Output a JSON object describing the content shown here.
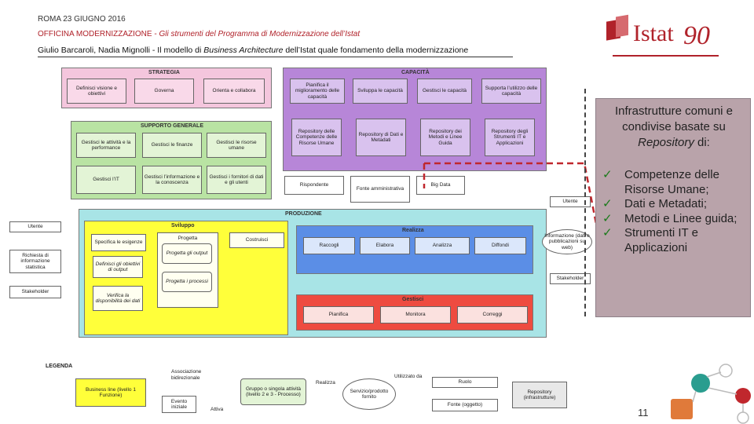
{
  "header": {
    "event": "ROMA 23 GIUGNO 2016",
    "workshop_prefix": "OFFICINA MODERNIZZAZIONE - ",
    "workshop_title": "Gli strumenti del Programma di Modernizzazione dell’Istat",
    "authors_prefix": "Giulio Barcaroli, Nadia Mignolli - Il modello di ",
    "authors_italic": "Business Architecture",
    "authors_suffix": " dell’Istat quale fondamento della modernizzazione",
    "logo_text": "Istat",
    "logo_number": "90"
  },
  "diagram": {
    "strategia": {
      "title": "STRATEGIA",
      "boxes": [
        "Definisci visione e obiettivi",
        "Governa",
        "Orienta e collabora"
      ]
    },
    "capacita": {
      "title": "CAPACITÀ",
      "top": [
        "Pianifica il miglioramento delle capacità",
        "Sviluppa le capacità",
        "Gestisci le capacità",
        "Supporta l’utilizzo delle capacità"
      ],
      "repos": [
        "Repository delle Competenze delle Risorse Umane",
        "Repository di Dati e Metadati",
        "Repository dei Metodi e Linee Guida",
        "Repository degli Strumenti IT e Applicazioni"
      ]
    },
    "supporto": {
      "title": "SUPPORTO GENERALE",
      "boxes": [
        "Gestisci le attività e la performance",
        "Gestisci le finanze",
        "Gestisci le risorse umane",
        "Gestisci l’IT",
        "Gestisci l’informazione e la conoscenza",
        "Gestisci i fornitori di dati e gli utenti"
      ]
    },
    "middle": {
      "rispondente": "Rispondente",
      "fonte": "Fonte amministrativa",
      "bigdata": "Big Data"
    },
    "produzione": {
      "title": "PRODUZIONE",
      "sviluppo_title": "Sviluppo",
      "sviluppo": [
        "Specifica le esigenze",
        "Progetta",
        "Costruisci"
      ],
      "sviluppo_items": [
        "Definisci gli obiettivi di output",
        "Verifica la disponibilità dei dati",
        "Progetta gli output",
        "Progetta i processi"
      ],
      "realizza_title": "Realizza",
      "realizza": [
        "Raccogli",
        "Elabora",
        "Analizza",
        "Diffondi"
      ],
      "gestisci_title": "Gestisci",
      "gestisci": [
        "Pianifica",
        "Monitora",
        "Correggi"
      ]
    },
    "left": {
      "utente": "Utente",
      "richiesta": "Richiesta di informazione statistica",
      "stakeholder": "Stakeholder"
    },
    "right": {
      "utente": "Utente",
      "informazione": "Informazione (dati e pubblicazioni su web)",
      "stakeholder": "Stakeholder"
    },
    "legenda": {
      "title": "LEGENDA",
      "business_line": "Business line (livello 1 Funzione)",
      "associazione": "Associazione bidirezionale",
      "evento": "Evento iniziale",
      "attiva": "Attiva",
      "gruppo": "Gruppo o singola attività (livello 2 e 3 - Processo)",
      "realizza": "Realizza",
      "servizio": "Servizio/prodotto fornito",
      "utilizzato": "Utilizzato da",
      "ruolo": "Ruolo",
      "fonte": "Fonte (oggetto)",
      "repository": "Repository (infrastrutture)"
    }
  },
  "side_panel": {
    "heading_1": "Infrastrutture comuni e condivise basate su",
    "heading_2": "Repository",
    "heading_3": " di:",
    "items": [
      "Competenze delle Risorse Umane;",
      "Dati e Metadati;",
      "Metodi e Linee guida;",
      "Strumenti IT e Applicazioni"
    ]
  },
  "page_number": "11",
  "colors": {
    "accent": "#b0222a",
    "strategia": "#f4c6dd",
    "capacita": "#b786d8",
    "supporto": "#b9e3a3",
    "produzione": "#a8e4e6",
    "sviluppo": "#ffff3a",
    "realizza": "#5b8ee6",
    "gestisci": "#ee4b40",
    "side_panel": "#b9a3aa"
  }
}
